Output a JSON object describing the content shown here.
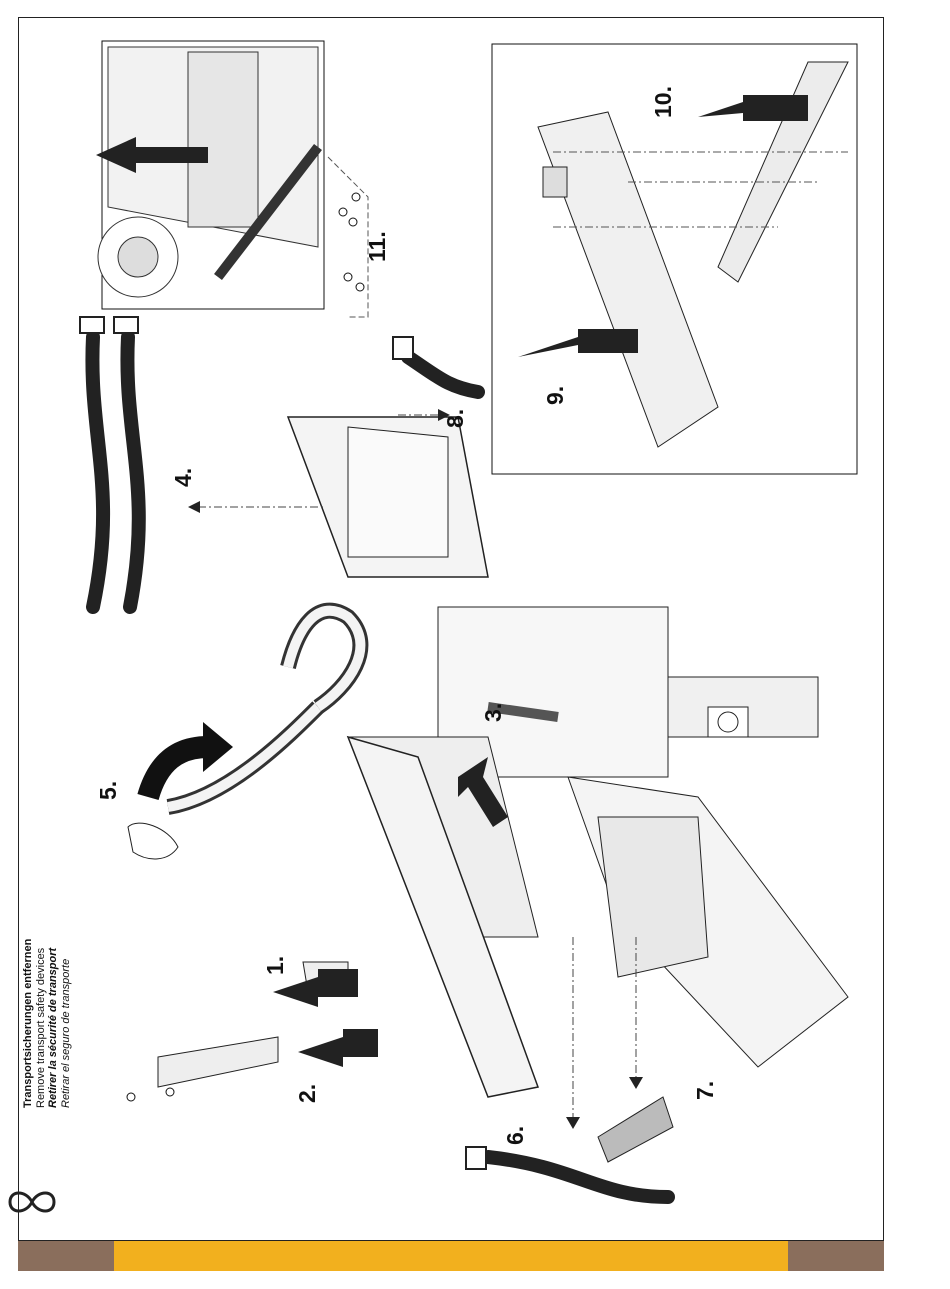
{
  "caption": {
    "german": "Transportsicherungen entfernen",
    "english": "Remove transport safety devices",
    "french": "Retirer la sécurité de transport",
    "spanish": "Retirar el seguro de transporte"
  },
  "steps": {
    "s1": "1.",
    "s2": "2.",
    "s3": "3.",
    "s4": "4.",
    "s5": "5.",
    "s6": "6.",
    "s7": "7.",
    "s8": "8.",
    "s9": "9.",
    "s10": "10.",
    "s11": "11."
  },
  "colors": {
    "footer_brown": "#8a6e5c",
    "footer_yellow": "#f2b01e",
    "ink": "#111111",
    "part_fill": "#eeeeee",
    "strap": "#222222"
  },
  "icons": {
    "logo": "infinity-logo-icon"
  }
}
